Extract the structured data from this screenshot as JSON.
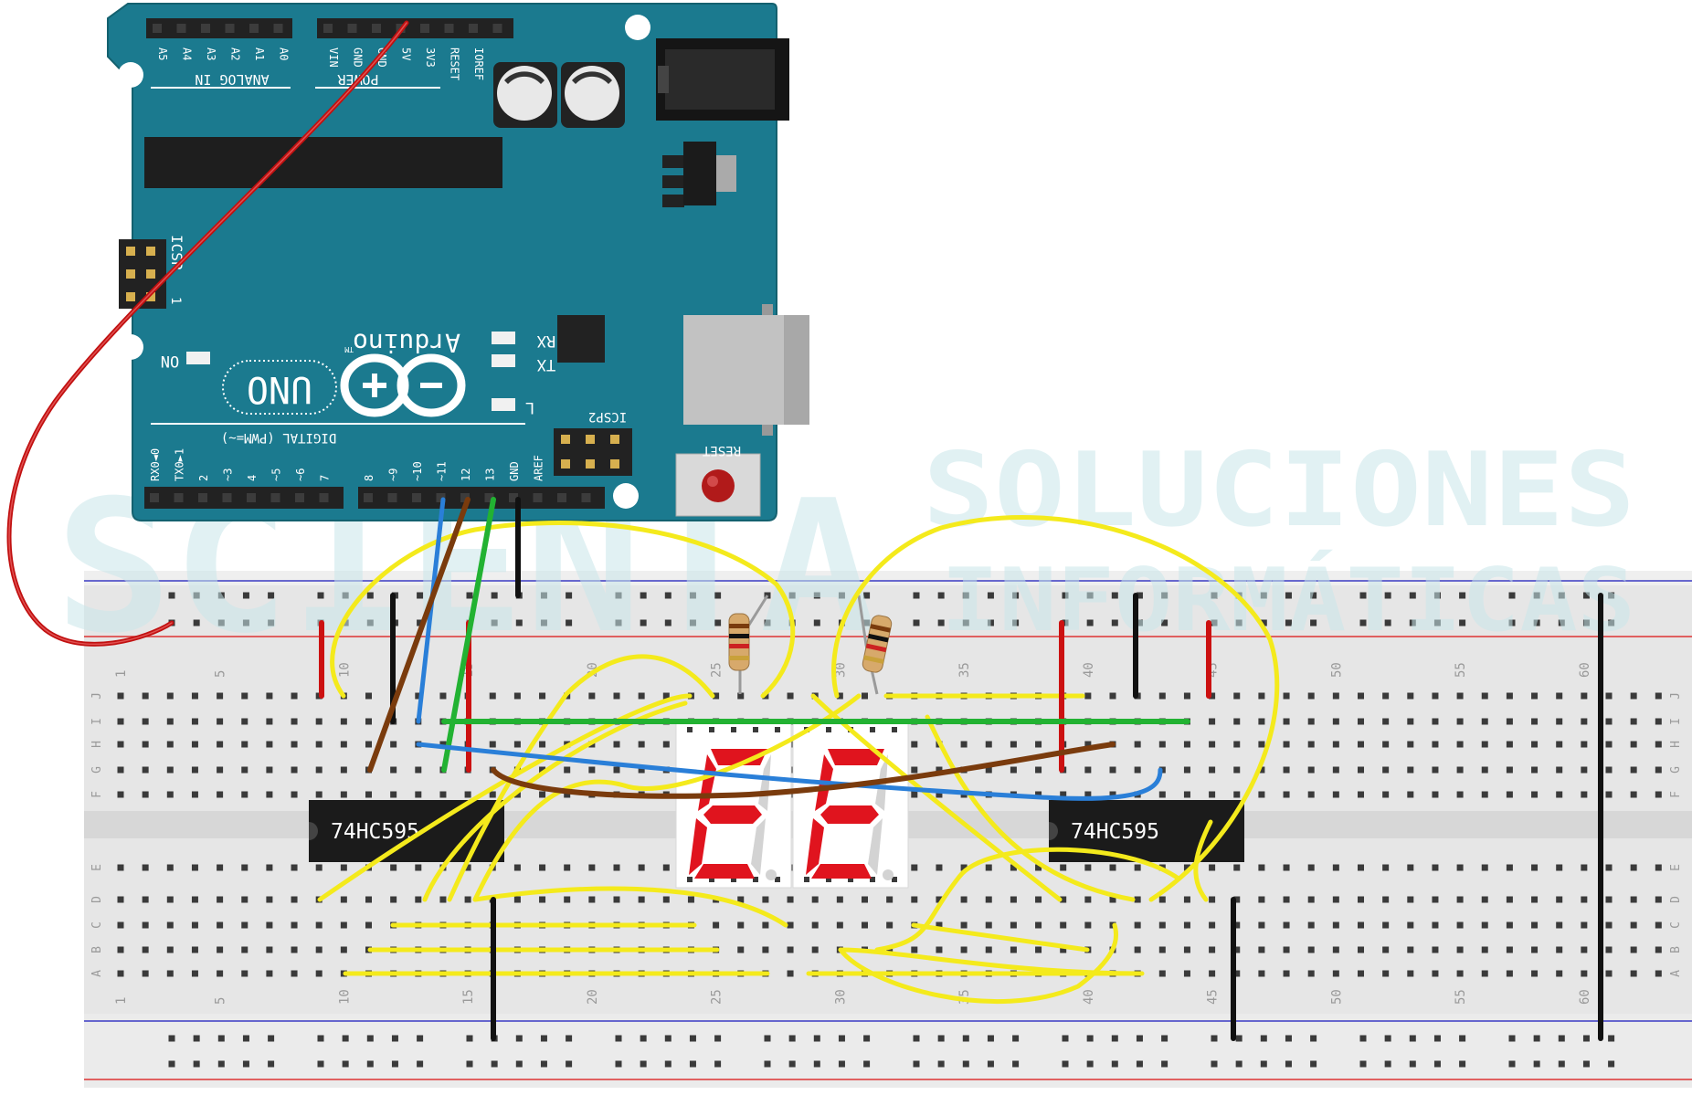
{
  "watermark": {
    "line1": "SOLUCIONES",
    "line2": "INFORMÁTICAS",
    "logo_text": "SCIENTA",
    "color": "#c9e6ea"
  },
  "arduino": {
    "board_color": "#1b7a8f",
    "brand": "Arduino",
    "trademark": "TM",
    "model": "UNO",
    "icsp_label": "ICSP",
    "icsp2_label": "ICSP2",
    "icsp_pin1": "1",
    "reset_label": "RESET",
    "on_label": "ON",
    "rx_label": "RX",
    "tx_label": "TX",
    "l_label": "L",
    "analog_header": "ANALOG IN",
    "power_header": "POWER",
    "digital_header": "DIGITAL (PWM=~)",
    "analog_pins": [
      "A5",
      "A4",
      "A3",
      "A2",
      "A1",
      "A0"
    ],
    "power_pins": [
      "VIN",
      "GND",
      "GND",
      "5V",
      "3V3",
      "RESET",
      "IOREF"
    ],
    "digital_pins_left": [
      "RX0◄0",
      "TX0►1",
      "2",
      "~3",
      "4",
      "~5",
      "~6",
      "7"
    ],
    "digital_pins_right": [
      "8",
      "~9",
      "~10",
      "~11",
      "12",
      "13",
      "GND",
      "AREF"
    ]
  },
  "breadboard": {
    "body_color": "#e3e3e3",
    "column_numbers": [
      "1",
      "5",
      "10",
      "15",
      "20",
      "25",
      "30",
      "35",
      "40",
      "45",
      "50",
      "55",
      "60"
    ],
    "row_letters_top": [
      "J",
      "I",
      "H",
      "G",
      "F"
    ],
    "row_letters_bottom": [
      "E",
      "D",
      "C",
      "B",
      "A"
    ]
  },
  "chips": [
    {
      "label": "74HC595"
    },
    {
      "label": "74HC595"
    }
  ],
  "display": {
    "digit_color": "#e0141e",
    "digits": [
      "E",
      "E"
    ]
  },
  "wire_colors": {
    "power": "#cc1111",
    "ground": "#111111",
    "data": "#2a7fd8",
    "clock": "#7a3b0d",
    "latch": "#22b232",
    "signal": "#f4ea1c"
  }
}
